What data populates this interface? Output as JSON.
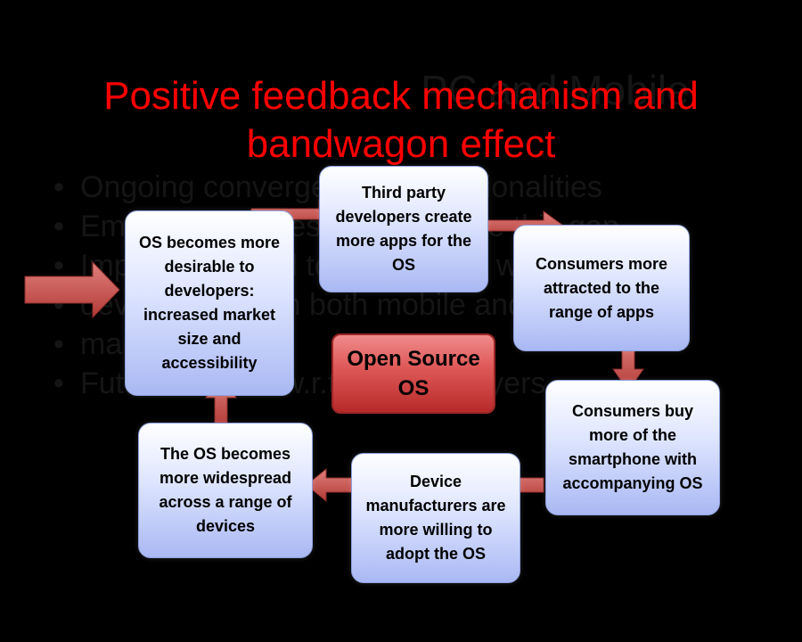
{
  "title": "Positive feedback mechanism and bandwagon effect",
  "background_slide": {
    "title": "PC and Mobile",
    "bullets": [
      "Ongoing convergence of functionalities",
      "Emerging devices aim to bridge this gap",
      "Imperative need to be in touch with",
      "developments in both mobile and PC",
      "markets",
      "Future outlook w.r.t today's players"
    ]
  },
  "diagram": {
    "center_label": "Open Source OS",
    "nodes": {
      "os_desirable": "OS becomes more desirable to developers: increased market size and accessibility",
      "third_party": "Third party developers create more apps for the OS",
      "consumers_attracted": "Consumers more attracted to the range of apps",
      "consumers_buy": "Consumers buy more of the smartphone with accompanying OS",
      "manufacturers": "Device manufacturers are more willing to adopt the OS",
      "widespread": "The OS becomes more widespread across a range of devices"
    },
    "colors": {
      "title": "#ff0000",
      "box_fill_top": "#ffffff",
      "box_fill_bottom": "#a9b8f3",
      "center_fill": "#e05a5a",
      "arrow_fill": "#c0504d",
      "arrow_stroke": "#8c2e2b"
    }
  }
}
